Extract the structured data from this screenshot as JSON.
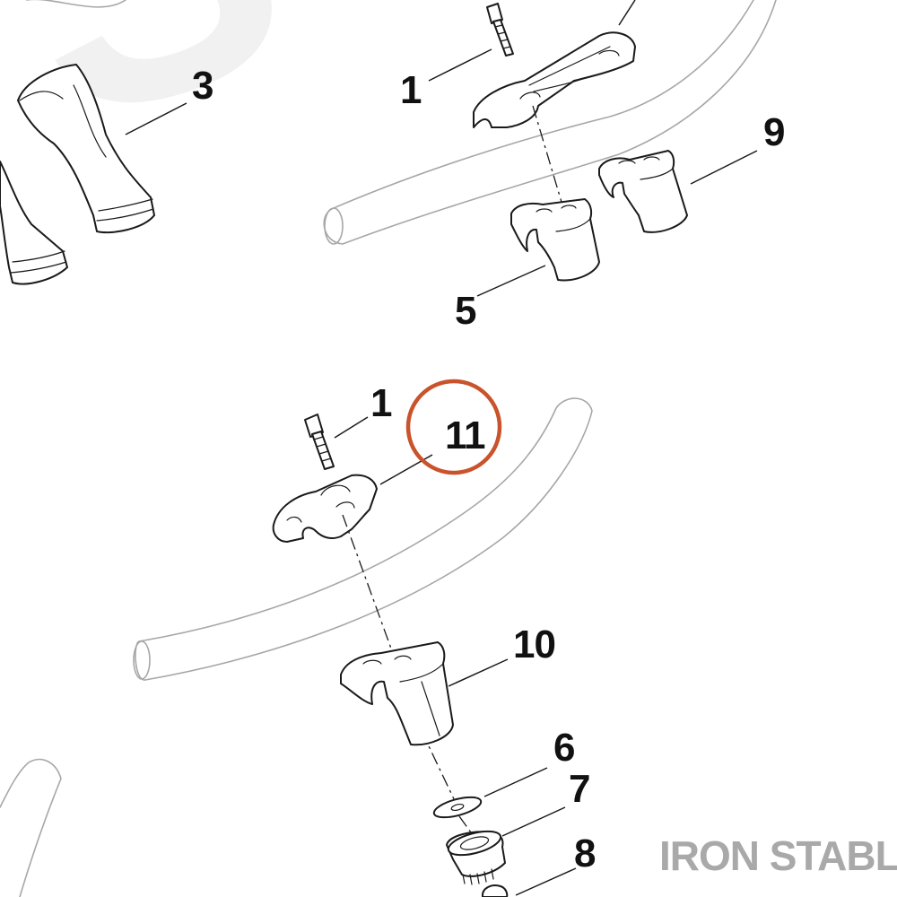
{
  "diagram": {
    "callouts": {
      "c1_top": "1",
      "c3": "3",
      "c9": "9",
      "c5": "5",
      "c1_bottom": "1",
      "c11": "11",
      "c10": "10",
      "c6": "6",
      "c7": "7",
      "c8": "8"
    },
    "highlight": {
      "callout": "11",
      "color": "#c9532b"
    },
    "brand_text": "IRON STABLE",
    "watermark_text": "S",
    "colors": {
      "ink": "#1a1a1a",
      "bar_outline": "#a7a7a7",
      "brand": "#a9a9a9",
      "watermark": "#f1f1f1"
    }
  }
}
